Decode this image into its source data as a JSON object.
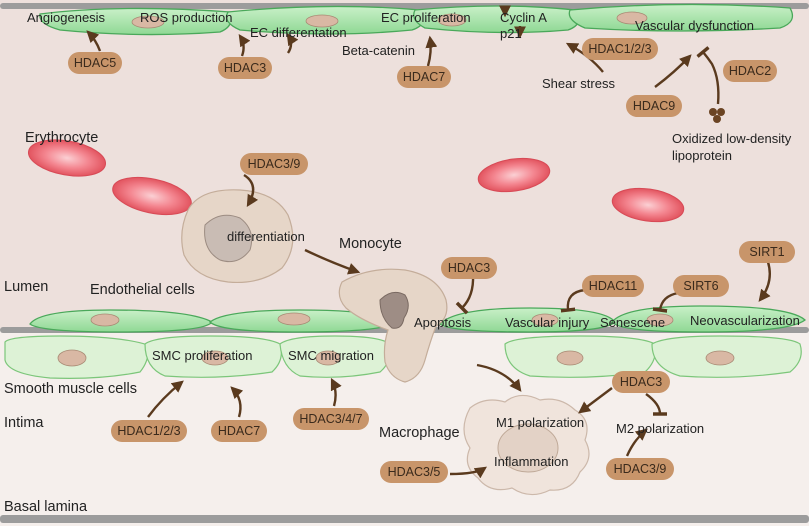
{
  "colors": {
    "lumen": "#ede0dc",
    "intima": "#f5efec",
    "endothelium": "#9be0a0",
    "endothelium_edge": "#4aa85a",
    "pill": "#c8956a",
    "arrow": "#5a3a1e",
    "erythrocyte": "#ee6b78",
    "cell_body": "#e6d6c8",
    "nucleus": "#d9b8a4",
    "membrane": "#a0a0a0"
  },
  "regions": {
    "lumen": "Lumen",
    "endothelial": "Endothelial cells",
    "smooth_muscle": "Smooth muscle cells",
    "intima": "Intima",
    "basal": "Basal lamina"
  },
  "cells": {
    "erythrocyte": "Erythrocyte",
    "monocyte": "Monocyte",
    "macrophage": "Macrophage",
    "differentiation": "differentiation"
  },
  "processes": {
    "angiogenesis": "Angiogenesis",
    "ros": "ROS production",
    "ec_diff": "EC differentation",
    "ec_prolif": "EC proliferation",
    "cyclin": "Cyclin A",
    "p21": "p21",
    "vasc_dys": "Vascular dysfunction",
    "beta_catenin": "Beta-catenin",
    "shear": "Shear stress",
    "oxldl_1": "Oxidized low-density",
    "oxldl_2": "lipoprotein",
    "apoptosis": "Apoptosis",
    "vasc_injury": "Vascular injury",
    "senescence": "Senescene",
    "neovasc": "Neovascularization",
    "smc_prolif": "SMC proliferation",
    "smc_migr": "SMC migration",
    "m1": "M1 polarization",
    "m2": "M2 polarization",
    "inflammation": "Inflammation"
  },
  "pills": {
    "hdac5": "HDAC5",
    "hdac3_top": "HDAC3",
    "hdac7_top": "HDAC7",
    "hdac123_top": "HDAC1/2/3",
    "hdac2": "HDAC2",
    "hdac9": "HDAC9",
    "hdac39_top": "HDAC3/9",
    "hdac3_mid": "HDAC3",
    "hdac11": "HDAC11",
    "sirt6": "SIRT6",
    "sirt1": "SIRT1",
    "hdac123_bot": "HDAC1/2/3",
    "hdac7_bot": "HDAC7",
    "hdac347": "HDAC3/4/7",
    "hdac3_bot": "HDAC3",
    "hdac35": "HDAC3/5",
    "hdac39_bot": "HDAC3/9"
  }
}
